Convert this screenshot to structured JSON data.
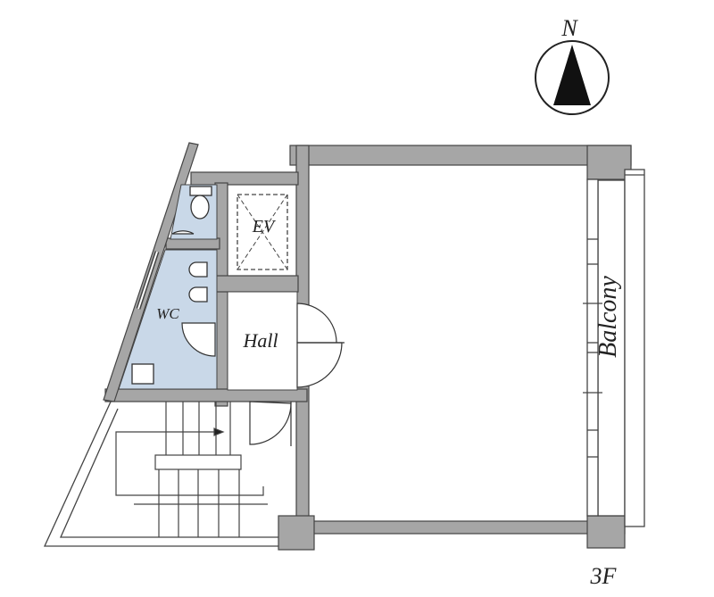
{
  "compass": {
    "north_label": "N"
  },
  "rooms": {
    "wc": "WC",
    "ev": "EV",
    "hall": "Hall",
    "balcony": "Balcony"
  },
  "floor_label": "3F",
  "colors": {
    "wall": "#a6a6a6",
    "wc_fill": "#c9d8e8",
    "line": "#333333",
    "background": "#ffffff"
  }
}
